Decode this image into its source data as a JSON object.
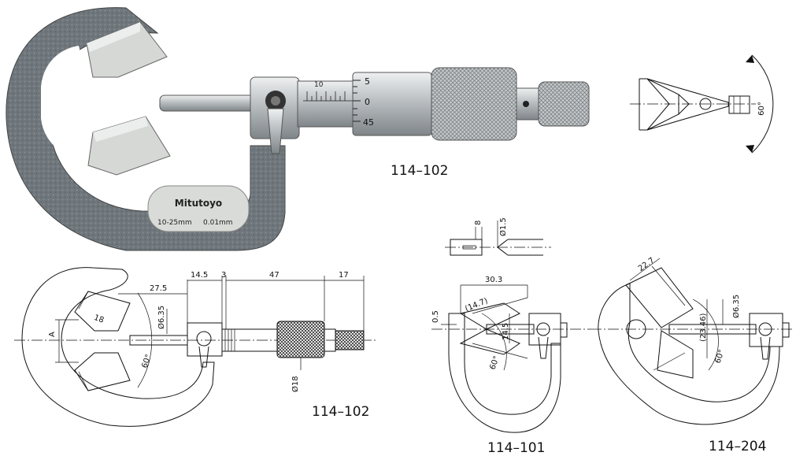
{
  "photo": {
    "brand": "Mitutoyo",
    "spec_range": "10-25mm",
    "spec_resolution": "0.01mm",
    "thimble_top": "10",
    "scale_5": "5",
    "scale_0": "0",
    "scale_45": "45",
    "model": "114–102"
  },
  "anvil_detail": {
    "angle": "60°"
  },
  "drawing_102": {
    "model": "114–102",
    "dim_a": "A",
    "dim_27_5": "27.5",
    "dim_18_anvil": "18",
    "dim_6_35": "Ø6.35",
    "dim_60": "60°",
    "dim_14_5": "14.5",
    "dim_3": "3",
    "dim_47": "47",
    "dim_17": "17",
    "dim_18_sleeve": "Ø18"
  },
  "spindle_tip": {
    "dim_8": "8",
    "dim_1_5": "Ø1.5"
  },
  "drawing_101": {
    "model": "114–101",
    "dim_30_3": "30.3",
    "dim_14_7": "(14.7)",
    "dim_0_5": "0.5",
    "dim_14_5": "14.5",
    "dim_60": "60°"
  },
  "drawing_204": {
    "model": "114–204",
    "dim_22_7": "22.7",
    "dim_6_35": "Ø6.35",
    "dim_23_46": "(23.46)",
    "dim_60": "60°"
  },
  "colors": {
    "frame": "#6f777c",
    "anvil": "#d6d8d6",
    "steel": "#b9bdbf",
    "label_plate": "#d9dbd8"
  }
}
